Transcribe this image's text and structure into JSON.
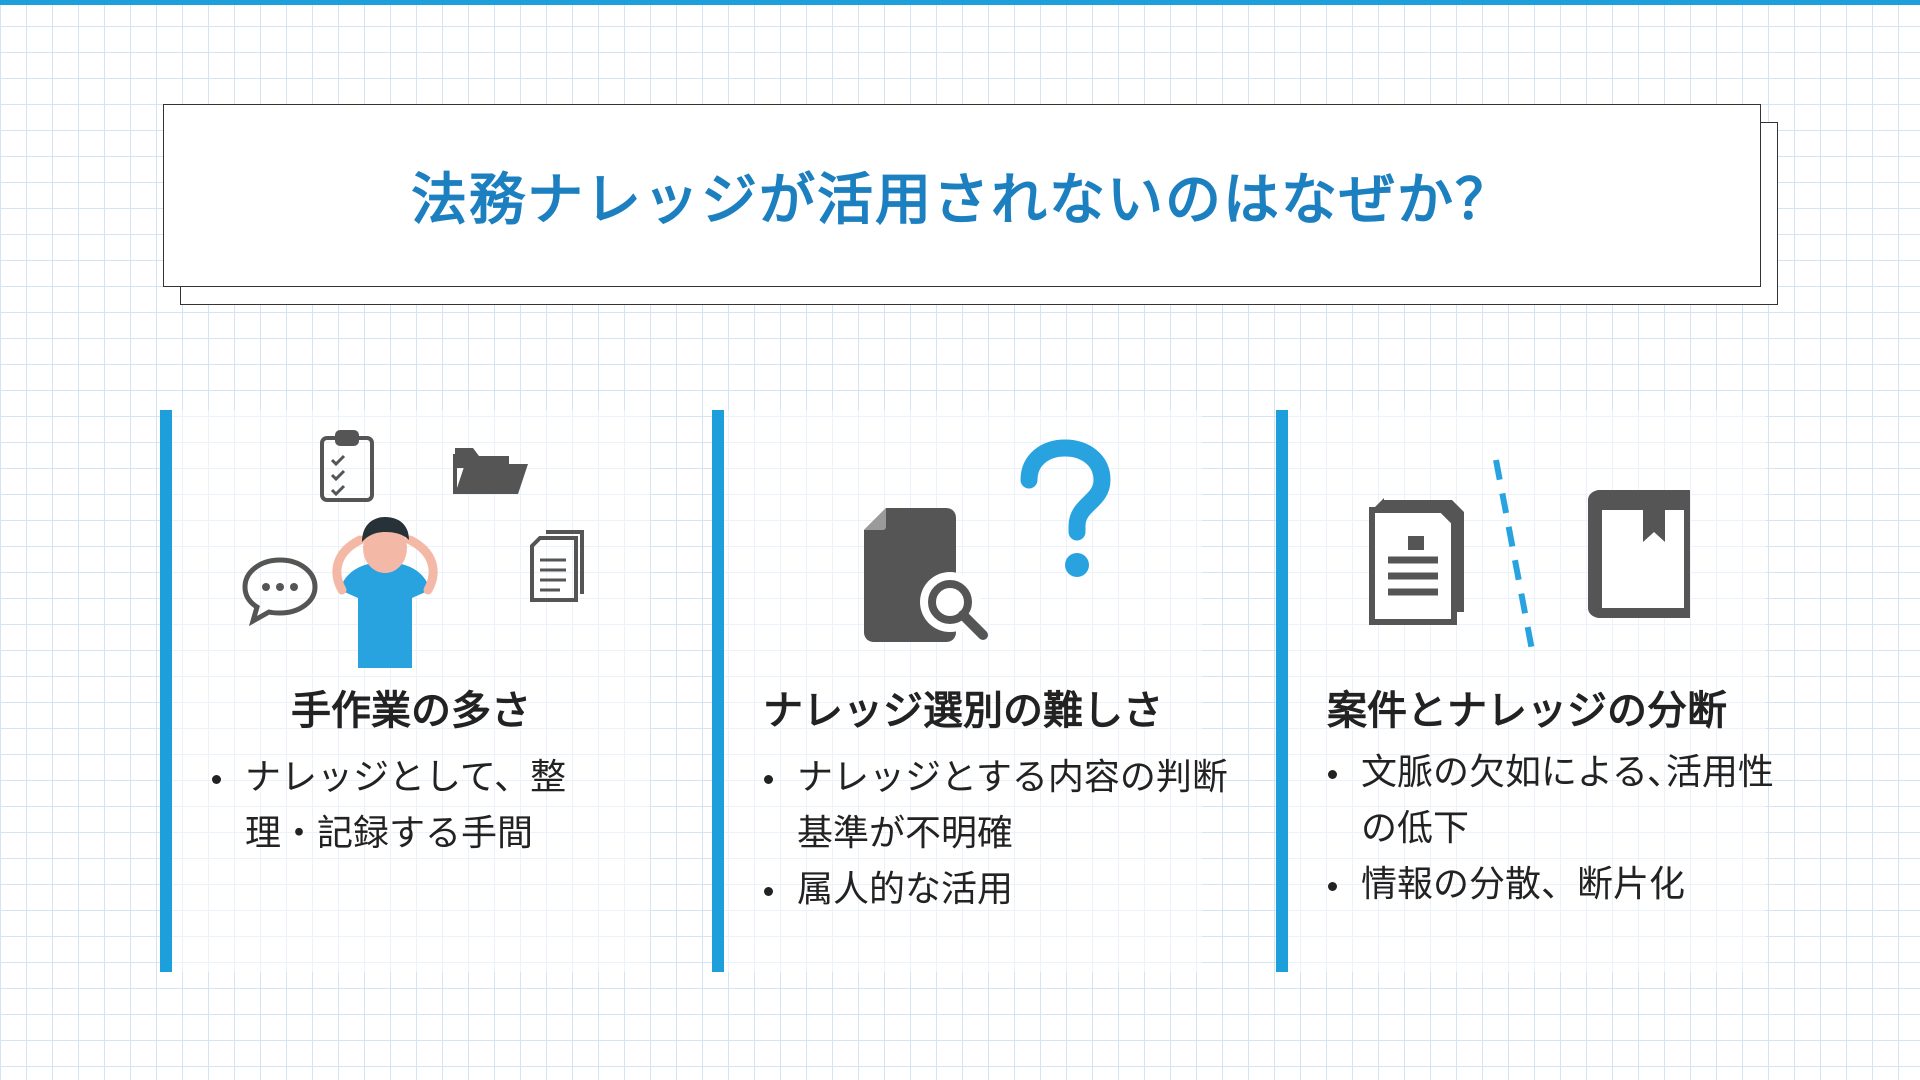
{
  "title": "法務ナレッジが活用されないのはなぜか？",
  "colors": {
    "accent": "#1d9fdc",
    "title": "#1b7fc0",
    "icon_gray": "#555555",
    "grid": "#d5e3f2"
  },
  "cards": [
    {
      "heading": "手作業の多さ",
      "bullets": [
        "ナレッジとして、整理・記録する手間"
      ],
      "icons": [
        "clipboard-icon",
        "folder-icon",
        "chat-icon",
        "document-icon",
        "stressed-person-icon"
      ]
    },
    {
      "heading": "ナレッジ選別の難しさ",
      "bullets": [
        "ナレッジとする内容の判断基準が不明確",
        "属人的な活用"
      ],
      "icons": [
        "file-search-icon",
        "question-mark-icon"
      ]
    },
    {
      "heading": "案件とナレッジの分断",
      "bullets": [
        "文脈の欠如による､活用性の低下",
        "情報の分散、断片化"
      ],
      "icons": [
        "documents-icon",
        "dashed-divider",
        "book-icon"
      ]
    }
  ]
}
